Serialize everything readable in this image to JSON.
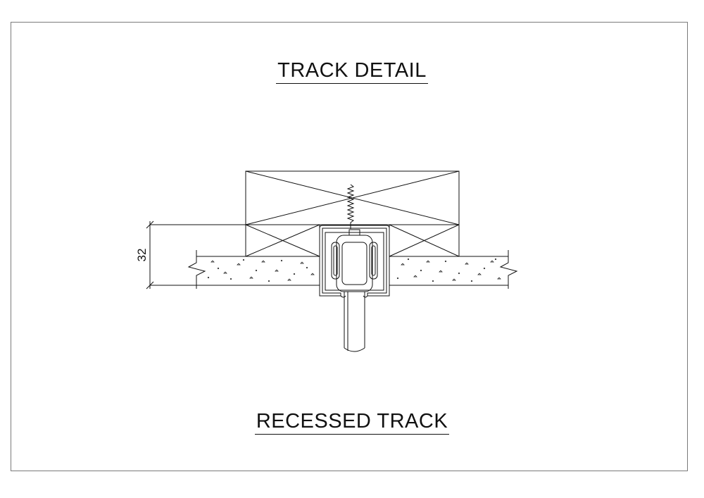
{
  "drawing": {
    "title": "TRACK DETAIL",
    "subtitle": "RECESSED TRACK",
    "dimension_label": "32"
  },
  "colors": {
    "line": "#111111",
    "border": "#7a7a7a",
    "background": "#ffffff"
  }
}
